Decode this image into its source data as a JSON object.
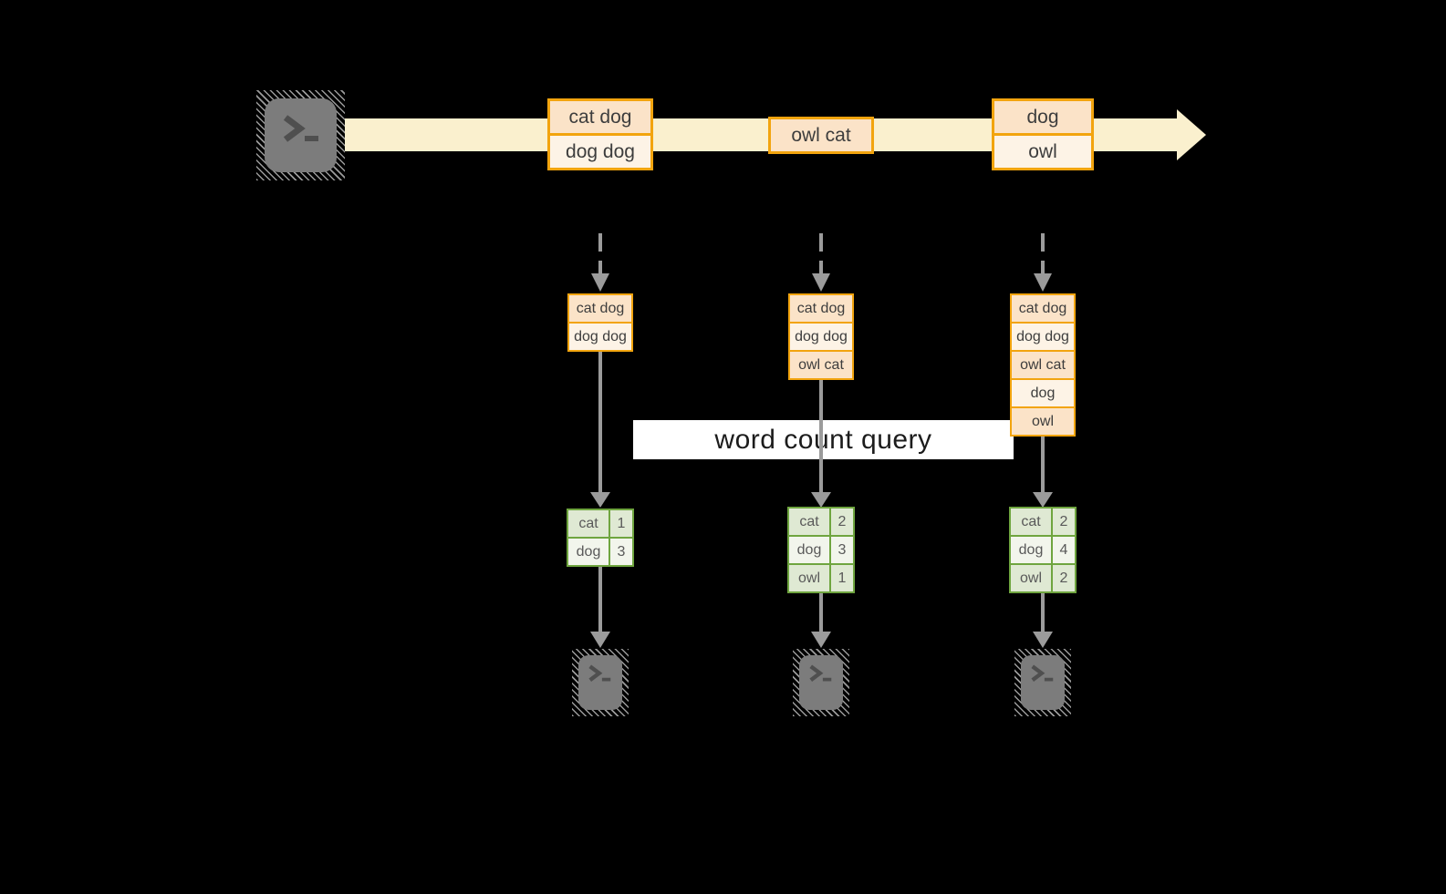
{
  "colors": {
    "background": "#000000",
    "accent-orange": "#F2A40E",
    "cell-dark": "#FBE3C8",
    "cell-light": "#FDF3E6",
    "band": "#FAF0CE",
    "accent-green": "#6FA53F",
    "green-dark": "#DFE9D3",
    "green-light": "#F2F5EC",
    "wire": "#9B9B9B",
    "terminal-fill": "#7C7C7C",
    "terminal-glyph": "#4F4F4F",
    "banner-bg": "#FFFFFF",
    "banner-text": "#1C1C1C",
    "text-dark": "#3D3D3D",
    "text-green": "#595959"
  },
  "banner": {
    "label": "word count query"
  },
  "icons": {
    "source": "terminal",
    "outputs": [
      "terminal",
      "terminal",
      "terminal"
    ]
  },
  "timeline": {
    "batches": [
      {
        "lines": [
          "cat dog",
          "dog dog"
        ]
      },
      {
        "lines": [
          "owl cat"
        ]
      },
      {
        "lines": [
          "dog",
          "owl"
        ]
      }
    ]
  },
  "columns": [
    {
      "input": [
        "cat dog",
        "dog dog"
      ],
      "counts": [
        {
          "word": "cat",
          "count": "1"
        },
        {
          "word": "dog",
          "count": "3"
        }
      ]
    },
    {
      "input": [
        "cat dog",
        "dog dog",
        "owl cat"
      ],
      "counts": [
        {
          "word": "cat",
          "count": "2"
        },
        {
          "word": "dog",
          "count": "3"
        },
        {
          "word": "owl",
          "count": "1"
        }
      ]
    },
    {
      "input": [
        "cat dog",
        "dog dog",
        "owl cat",
        "dog",
        "owl"
      ],
      "counts": [
        {
          "word": "cat",
          "count": "2"
        },
        {
          "word": "dog",
          "count": "4"
        },
        {
          "word": "owl",
          "count": "2"
        }
      ]
    }
  ]
}
